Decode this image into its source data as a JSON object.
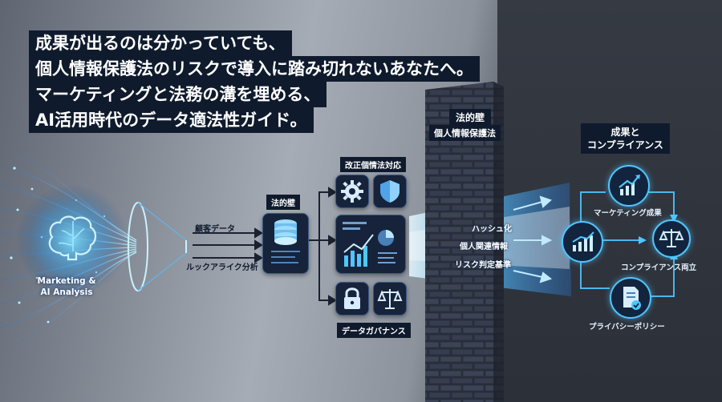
{
  "heading": {
    "line1": "成果が出るのは分かっていても、",
    "line2": "個人情報保護法のリスクで導入に踏み切れないあなたへ。",
    "line3": "マーケティングと法務の溝を埋める、",
    "line4": "AI活用時代のデータ適法性ガイド。"
  },
  "left": {
    "ai_label_line1": "Marketing &",
    "ai_label_line2": "AI Analysis",
    "input1": "顧客データ",
    "input2": "ルックアライク分析"
  },
  "center": {
    "db_label": "法的壁",
    "top_label": "改正個情法対応",
    "bottom_label": "データガバナンス"
  },
  "wall": {
    "title": "法的壁",
    "subtitle": "個人情報保護法"
  },
  "beam": {
    "item1": "ハッシュ化",
    "item2": "個人関連情報",
    "item3": "リスク判定基準"
  },
  "right": {
    "title_line1": "成果と",
    "title_line2": "コンプライアンス",
    "node1": "マーケティング成果",
    "node2": "コンプライアンス両立",
    "node3": "プライバシーポリシー"
  },
  "colors": {
    "navy": "#0f1b2d",
    "glow": "#4fc6ff",
    "wall_brick": "#3a4252"
  },
  "icons": [
    "brain-icon",
    "database-icon",
    "gear-icon",
    "shield-icon",
    "dashboard-icon",
    "lock-icon",
    "scales-icon",
    "bar-chart-icon",
    "document-check-icon"
  ]
}
